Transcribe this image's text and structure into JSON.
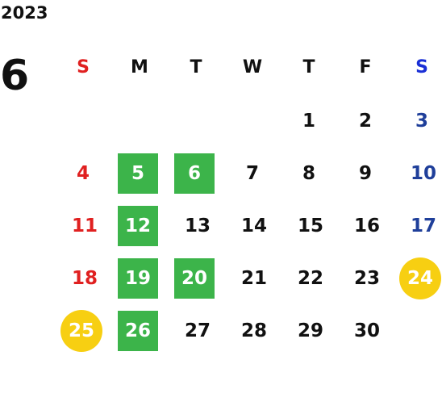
{
  "year": "2023",
  "month": "6",
  "weekdays": [
    "S",
    "M",
    "T",
    "W",
    "T",
    "F",
    "S"
  ],
  "weeks": [
    [
      "",
      "",
      "",
      "",
      "1",
      "2",
      "3"
    ],
    [
      "4",
      "5",
      "6",
      "7",
      "8",
      "9",
      "10"
    ],
    [
      "11",
      "12",
      "13",
      "14",
      "15",
      "16",
      "17"
    ],
    [
      "18",
      "19",
      "20",
      "21",
      "22",
      "23",
      "24"
    ],
    [
      "25",
      "26",
      "27",
      "28",
      "29",
      "30",
      ""
    ]
  ],
  "highlight_green_days": [
    "5",
    "6",
    "12",
    "19",
    "20",
    "26"
  ],
  "highlight_yellow_days": [
    "24",
    "25"
  ],
  "colors": {
    "sunday": "#e02020",
    "saturday": "#1f3f9a",
    "saturday_header": "#1a2fd6",
    "green": "#3cb44a",
    "yellow": "#f7cf12"
  }
}
